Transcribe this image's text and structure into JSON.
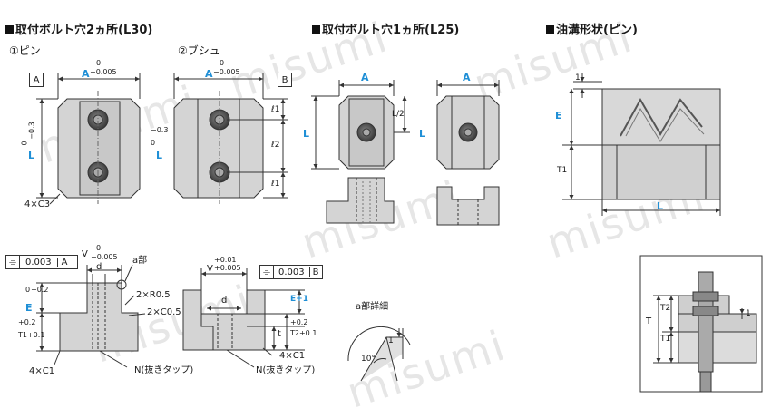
{
  "headers": {
    "l30": "取付ボルト穴2ヵ所(L30)",
    "l25": "取付ボルト穴1ヵ所(L25)",
    "groove": "油溝形状(ピン)"
  },
  "subheads": {
    "pin": "①ピン",
    "bush": "②ブシュ"
  },
  "datums": {
    "a": "A",
    "b": "B"
  },
  "dims": {
    "a": "A",
    "zero": "0",
    "tol_a": "−0.005",
    "l": "L",
    "tol_l": "−0.3",
    "l_half": "L/2",
    "l1": "ℓ1",
    "l2": "ℓ2",
    "chamfer3": "4×C3",
    "e": "E",
    "t1": "T1",
    "one": "1",
    "v": "V",
    "d": "d",
    "tol_v_pin": "−0.005",
    "tol_v_bush_top": "+0.01",
    "tol_v_bush_bot": "+0.005",
    "flat": "0.003",
    "a_part": "a部",
    "r05": "2×R0.5",
    "c05": "2×C0.5",
    "e_tol": "−0.2",
    "t1_plus": "+0.2",
    "t1_base": "T1+0.1",
    "t": "t",
    "e_plus": "E+1",
    "t2_tol": "+0.2",
    "t2_base": "T2+0.1",
    "c1": "4×C1",
    "n_pin": "N(抜きタップ)",
    "n_bush": "N(抜きタップ)",
    "a_detail": "a部詳細",
    "angle": "10°",
    "t_big": "T",
    "t2": "T2",
    "l_big": "L"
  },
  "watermark": "misumi",
  "colors": {
    "accent": "#1f8fd6",
    "fill": "#d9d9d9",
    "line": "#333333"
  }
}
